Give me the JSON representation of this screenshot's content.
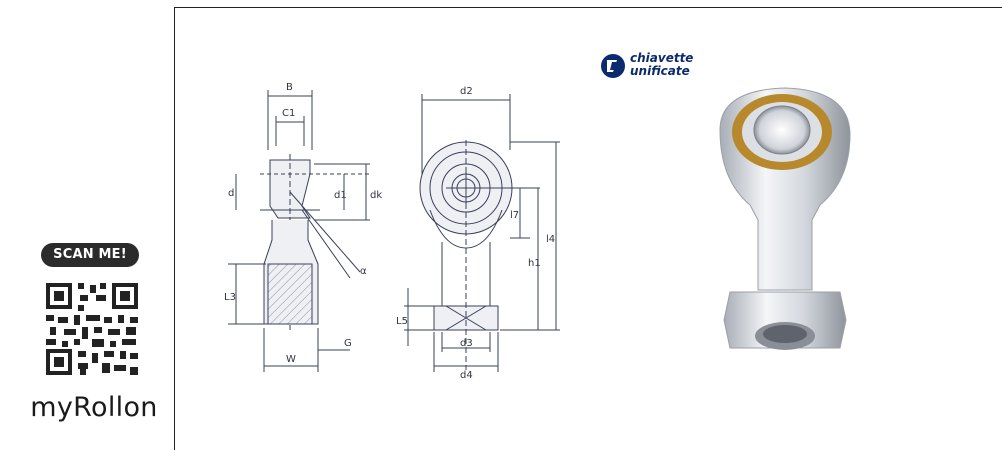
{
  "left": {
    "scan_label": "SCAN ME!",
    "brand": "myRollon"
  },
  "logo": {
    "line1": "chiavette",
    "line2": "unificate",
    "color": "#0d2a6e"
  },
  "drawing": {
    "labels": {
      "B": "B",
      "C1": "C1",
      "d": "d",
      "d1": "d1",
      "dk": "dk",
      "alpha": "α",
      "L3": "L3",
      "W": "W",
      "G": "G",
      "d2": "d2",
      "l7": "l7",
      "h1": "h1",
      "l4": "l4",
      "L5": "L5",
      "d3": "d3",
      "d4": "d4"
    },
    "line_color": "#3a3f5a"
  },
  "product": {
    "bearing_color": "#b8892c",
    "metal_color": "#c9ced6"
  }
}
